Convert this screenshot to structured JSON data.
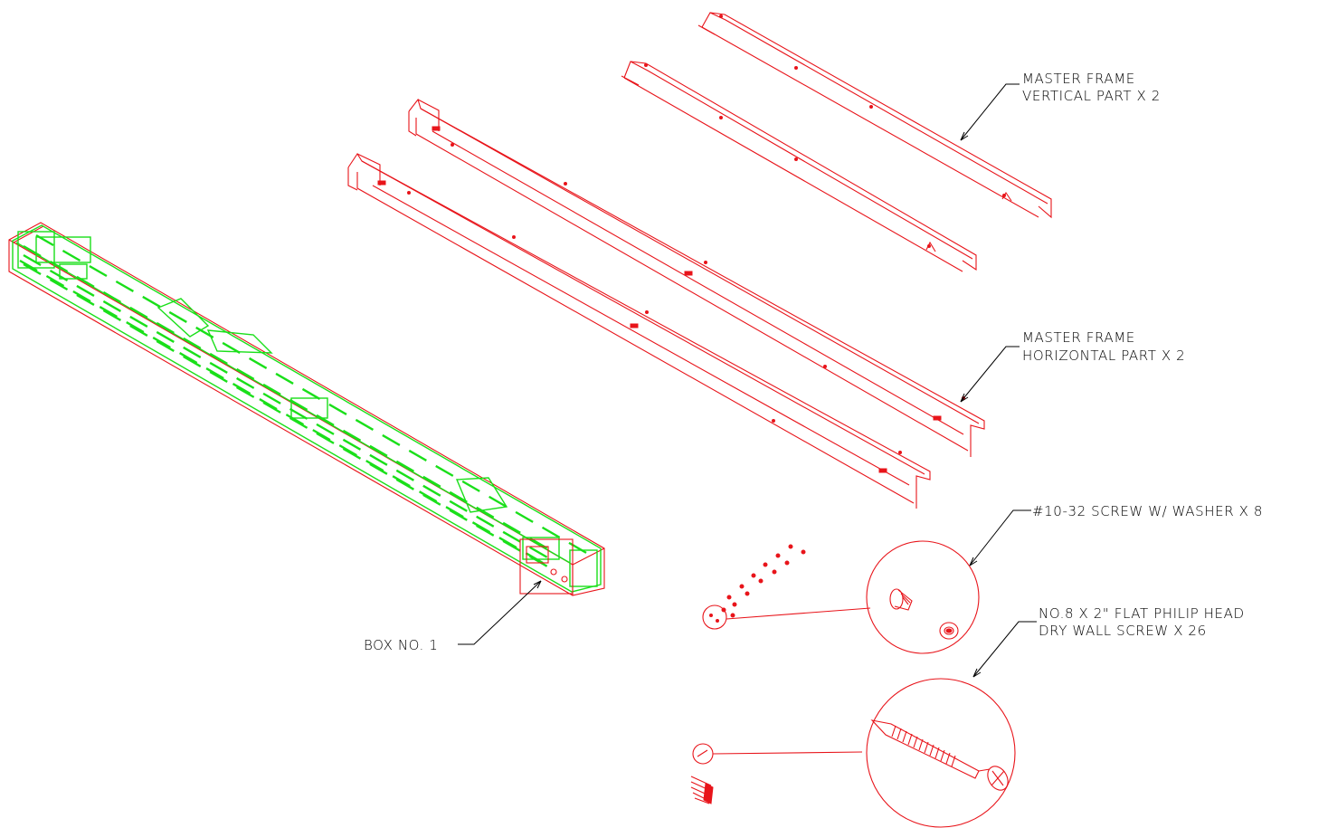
{
  "labels": {
    "vertical_line1": "MASTER FRAME",
    "vertical_line2": "VERTICAL PART X 2",
    "horizontal_line1": "MASTER FRAME",
    "horizontal_line2": "HORIZONTAL PART X 2",
    "screw_washer": "#10-32 SCREW W/ WASHER X 8",
    "drywall_line1": "NO.8 X 2\" FLAT PHILIP HEAD",
    "drywall_line2": "DRY WALL SCREW X 26",
    "box": "BOX NO. 1"
  },
  "colors": {
    "parts": "#e8141a",
    "box_contents": "#1adf1a",
    "text": "#000000",
    "background": "#ffffff"
  }
}
